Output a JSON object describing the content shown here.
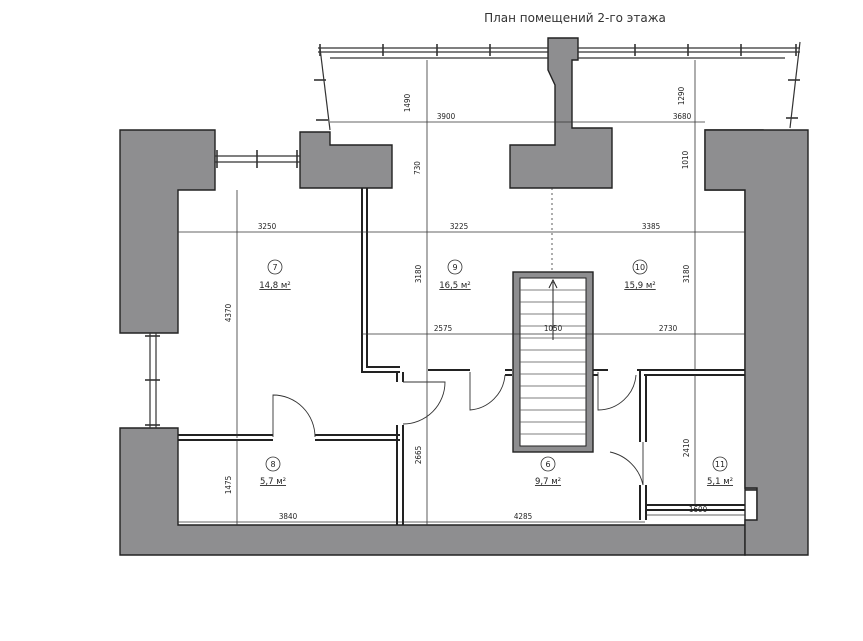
{
  "plan": {
    "title": "План помещений  2-го этажа",
    "rooms": [
      {
        "number": "7",
        "area": "14,8 м²"
      },
      {
        "number": "9",
        "area": "16,5 м²"
      },
      {
        "number": "10",
        "area": "15,9 м²"
      },
      {
        "number": "8",
        "area": "5,7 м²"
      },
      {
        "number": "6",
        "area": "9,7 м²"
      },
      {
        "number": "11",
        "area": "5,1 м²"
      }
    ],
    "dimensions": {
      "d1490": "1490",
      "d1290": "1290",
      "d3900": "3900",
      "d3680": "3680",
      "d730": "730",
      "d1010": "1010",
      "d3250": "3250",
      "d3225": "3225",
      "d3385": "3385",
      "d4370": "4370",
      "d3180a": "3180",
      "d3180b": "3180",
      "d2575": "2575",
      "d1050": "1050",
      "d2730": "2730",
      "d2665": "2665",
      "d2410": "2410",
      "d1475": "1475",
      "d3840": "3840",
      "d4285": "4285",
      "d1600": "1600"
    }
  }
}
